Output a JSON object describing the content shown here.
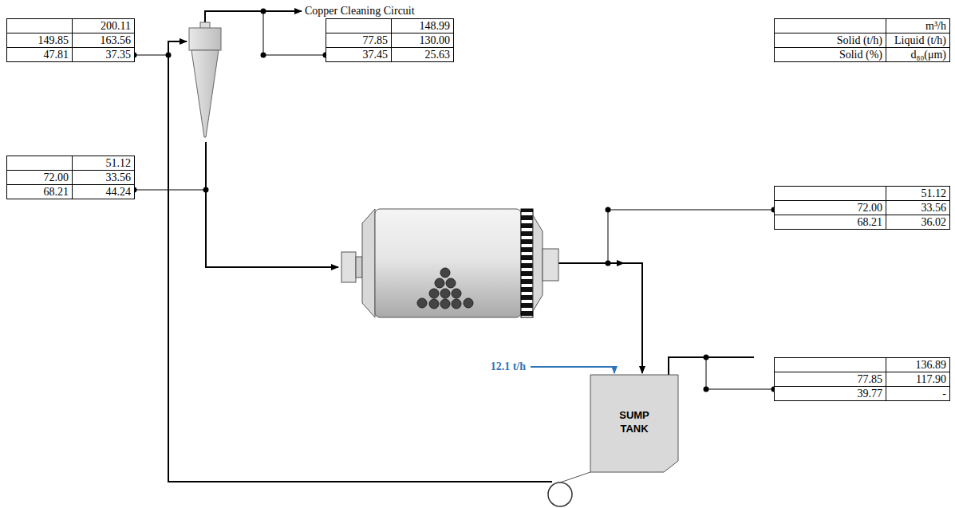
{
  "diagram": {
    "nodes": [
      {
        "text": [
          "200.11",
          "149.85",
          "163.56",
          "47.81",
          "37.35"
        ]
      },
      {
        "text": [
          "148.99",
          "77.85",
          "130.00",
          "37.45",
          "25.63"
        ]
      },
      {
        "text": [
          "m³/h",
          "Solid (t/h)",
          "Liquid (t/h)",
          "Solid (%)",
          "d₈₀(μm)"
        ]
      },
      {
        "text": [
          "51.12",
          "72.00",
          "33.56",
          "68.21",
          "44.24"
        ]
      },
      {
        "text": [
          "51.12",
          "72.00",
          "33.56",
          "68.21",
          "36.02"
        ]
      },
      {
        "text": [
          "136.89",
          "77.85",
          "117.90",
          "39.77",
          "-"
        ]
      },
      {
        "text": [
          "SUMP TANK"
        ]
      }
    ],
    "labels": [
      "Copper Cleaning Circuit",
      "12.1 t/h"
    ]
  }
}
